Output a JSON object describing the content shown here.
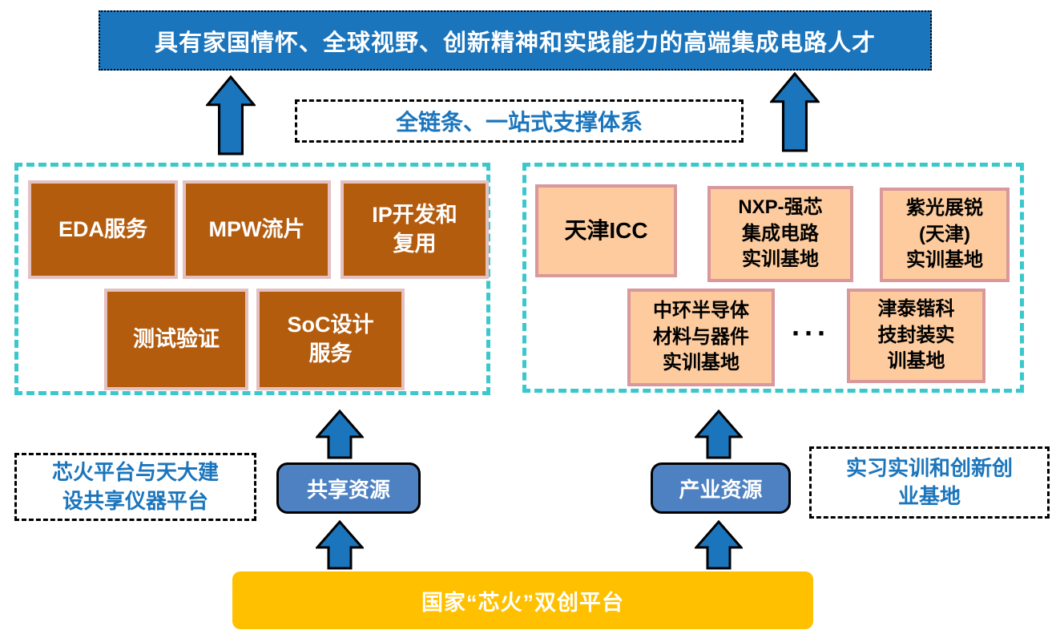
{
  "colors": {
    "primary_blue": "#1B75BC",
    "teal_border": "#3BC8CC",
    "brown_fill": "#B45C0E",
    "peach_fill": "#FDCB9D",
    "node_blue": "#4E81C2",
    "yellow": "#FFC000"
  },
  "banner": {
    "label": "具有家国情怀、全球视野、创新精神和实践能力的高端集成电路人才"
  },
  "support_system": {
    "label": "全链条、一站式支撑体系"
  },
  "service_panel": {
    "items": [
      {
        "label": "EDA服务"
      },
      {
        "label": "MPW流片"
      },
      {
        "label": "IP开发和\n复用"
      },
      {
        "label": "测试验证"
      },
      {
        "label": "SoC设计\n服务"
      }
    ]
  },
  "training_panel": {
    "items": [
      {
        "label": "天津ICC"
      },
      {
        "label": "NXP-强芯\n集成电路\n实训基地"
      },
      {
        "label": "紫光展锐\n(天津)\n实训基地"
      },
      {
        "label": "中环半导体\n材料与器件\n实训基地"
      },
      {
        "label": "津泰锴科\n技封装实\n训基地"
      }
    ],
    "ellipsis": "···"
  },
  "notes": {
    "instrument_platform": "芯火平台与天大建\n设共享仪器平台",
    "practice_base": "实习实训和创新创\n业基地"
  },
  "nodes": {
    "shared_resources": "共享资源",
    "industry_resources": "产业资源"
  },
  "platform": {
    "label": "国家“芯火”双创平台"
  }
}
